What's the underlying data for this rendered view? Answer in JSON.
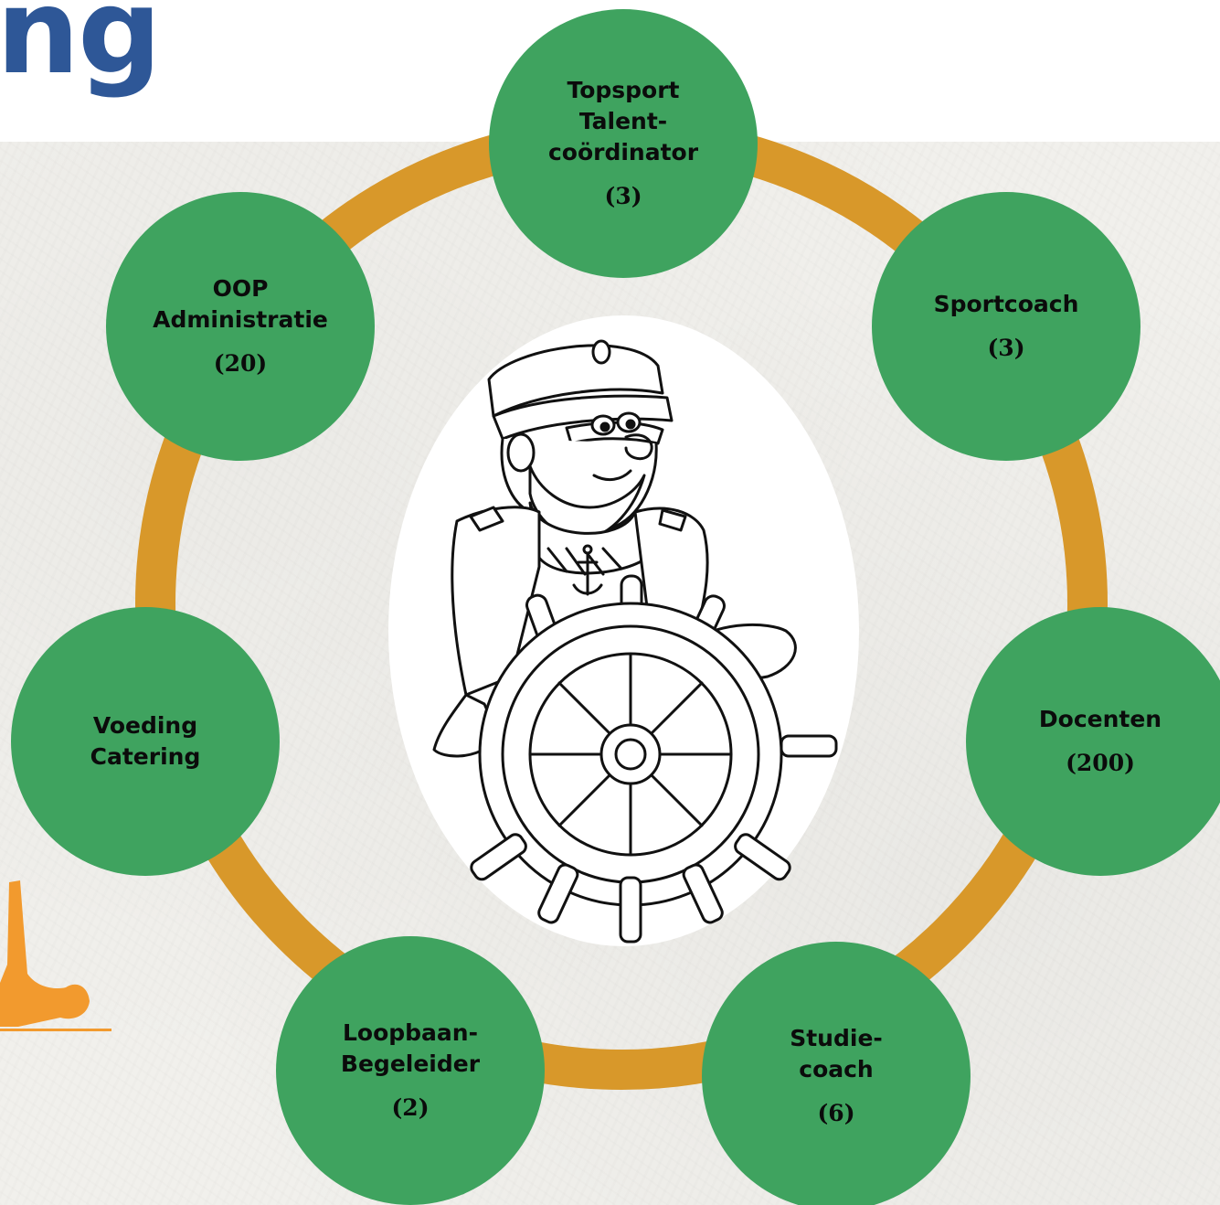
{
  "header": {
    "title_fragment": "ng"
  },
  "colors": {
    "node_fill": "#3fa35f",
    "ring": "#d8982a",
    "title": "#2e5797",
    "accent_figure": "#f29a2e"
  },
  "center_illustration": "ship-captain-at-wheel",
  "nodes": [
    {
      "lines": [
        "Topsport",
        "Talent-",
        "coördinator"
      ],
      "count": "(3)"
    },
    {
      "lines": [
        "Sportcoach"
      ],
      "count": "(3)"
    },
    {
      "lines": [
        "Docenten"
      ],
      "count": "(200)"
    },
    {
      "lines": [
        "Studie-",
        "coach"
      ],
      "count": "(6)"
    },
    {
      "lines": [
        "Loopbaan-",
        "Begeleider"
      ],
      "count": "(2)"
    },
    {
      "lines": [
        "Voeding",
        "Catering"
      ],
      "count": ""
    },
    {
      "lines": [
        "OOP",
        "Administratie"
      ],
      "count": "(20)"
    }
  ]
}
